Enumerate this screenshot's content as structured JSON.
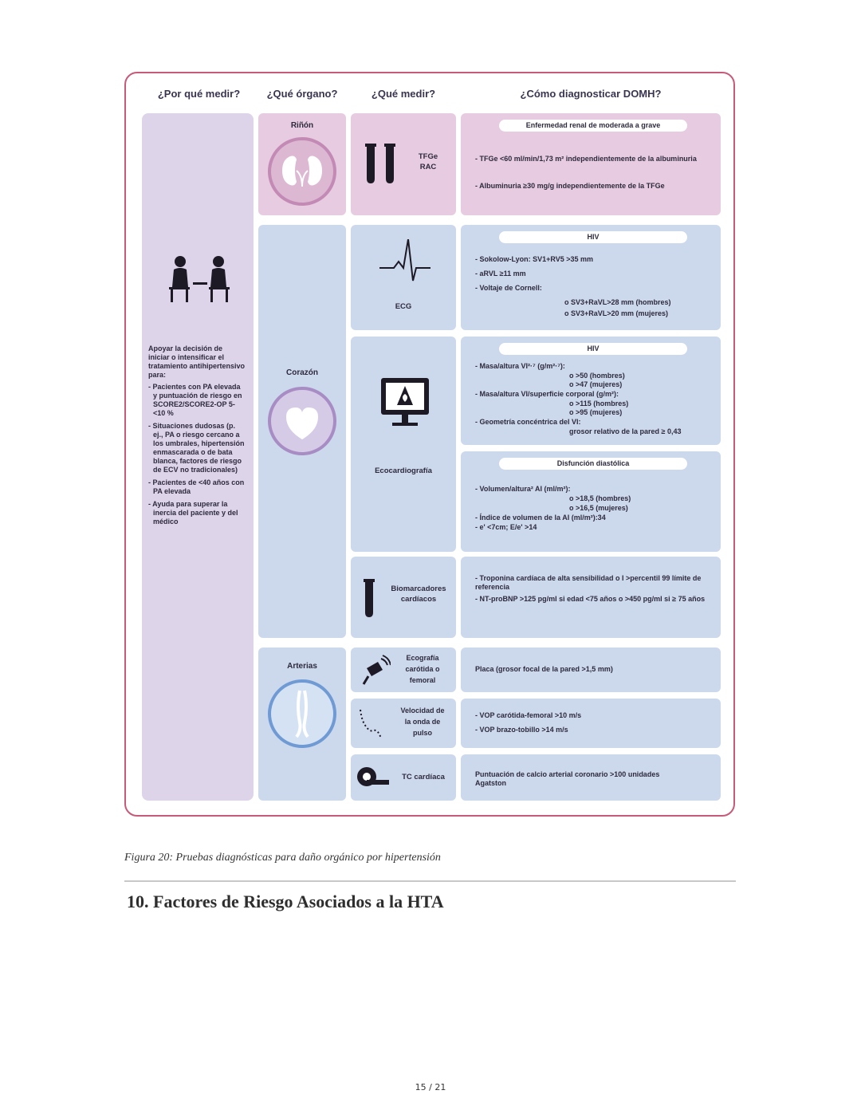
{
  "figure": {
    "headers": {
      "why": "¿Por qué medir?",
      "organ": "¿Qué órgano?",
      "what": "¿Qué medir?",
      "how": "¿Cómo diagnosticar DOMH?"
    },
    "why": {
      "intro": "Apoyar la decisión de iniciar o intensificar el tratamiento antihipertensivo para:",
      "items": [
        "Pacientes con PA elevada y puntuación de riesgo en SCORE2/SCORE2-OP 5-<10 %",
        "Situaciones dudosas (p. ej., PA o riesgo cercano a los umbrales, hipertensión enmascarada o de bata blanca, factores de riesgo de ECV no tradicionales)",
        "Pacientes de <40 años con PA elevada",
        "Ayuda para superar la inercia del paciente y del médico"
      ]
    },
    "organs": {
      "kidney": "Riñón",
      "heart": "Corazón",
      "arteries": "Arterias"
    },
    "measures": {
      "kidney": "TFGe\nRAC",
      "ecg": "ECG",
      "echo": "Ecocardiografía",
      "biomarkers": "Biomarcadores\ncardíacos",
      "carotid": "Ecografía\ncarótida o\nfemoral",
      "pwv": "Velocidad de\nla onda de\npulso",
      "ct": "TC cardíaca"
    },
    "diagnosis": {
      "kidney": {
        "pill": "Enfermedad renal de moderada a grave",
        "lines": [
          "- TFGe <60 ml/min/1,73 m² independientemente de la albuminuria",
          "- Albuminuria ≥30 mg/g independientemente de la TFGe"
        ]
      },
      "ecg": {
        "pill": "HIV",
        "lines": [
          "- Sokolow-Lyon: SV1+RV5 >35 mm",
          "- aRVL ≥11 mm",
          "- Voltaje de Cornell:",
          "o SV3+RaVL>28 mm (hombres)",
          "o SV3+RaVL>20 mm (mujeres)"
        ]
      },
      "echo_hiv": {
        "pill": "HIV",
        "lines": [
          "- Masa/altura VI²·⁷ (g/m²·⁷):",
          "o >50 (hombres)",
          "o >47 (mujeres)",
          "- Masa/altura VI/superficie corporal (g/m²):",
          "o >115 (hombres)",
          "o >95 (mujeres)",
          "- Geometría concéntrica del VI:",
          "grosor relativo de la pared ≥ 0,43"
        ]
      },
      "echo_diastolic": {
        "pill": "Disfunción diastólica",
        "lines": [
          "- Volumen/altura² AI (ml/m²):",
          "o >18,5 (hombres)",
          "o >16,5 (mujeres)",
          "- Índice de volumen de la AI (ml/m²):34",
          "- e' <7cm; E/e' >14"
        ]
      },
      "biomarkers": {
        "lines": [
          "- Troponina cardíaca de alta sensibilidad o I >percentil 99 límite de referencia",
          "- NT-proBNP >125 pg/ml si edad <75 años o >450 pg/ml si ≥ 75 años"
        ]
      },
      "carotid": "Placa (grosor focal de la pared >1,5 mm)",
      "pwv": {
        "lines": [
          "- VOP carótida-femoral >10 m/s",
          "- VOP brazo-tobillo >14 m/s"
        ]
      },
      "ct": "Puntuación de calcio arterial coronario >100 unidades Agatston"
    },
    "colors": {
      "border": "#c75a78",
      "why_bg": "#ddd4e9",
      "kidney_bg": "#e7cbe0",
      "heart_bg": "#ccd8ec"
    },
    "icons": [
      "people-talking-icon",
      "kidney-icon",
      "test-tube-icon",
      "ecg-wave-icon",
      "heart-icon",
      "echo-monitor-icon",
      "artery-icon",
      "ultrasound-probe-icon",
      "pulse-wave-icon",
      "ct-scanner-icon"
    ]
  },
  "caption": "Figura 20: Pruebas diagnósticas para daño orgánico por hipertensión",
  "section_title": "10. Factores de Riesgo Asociados a la HTA",
  "page_number": "15 / 21"
}
